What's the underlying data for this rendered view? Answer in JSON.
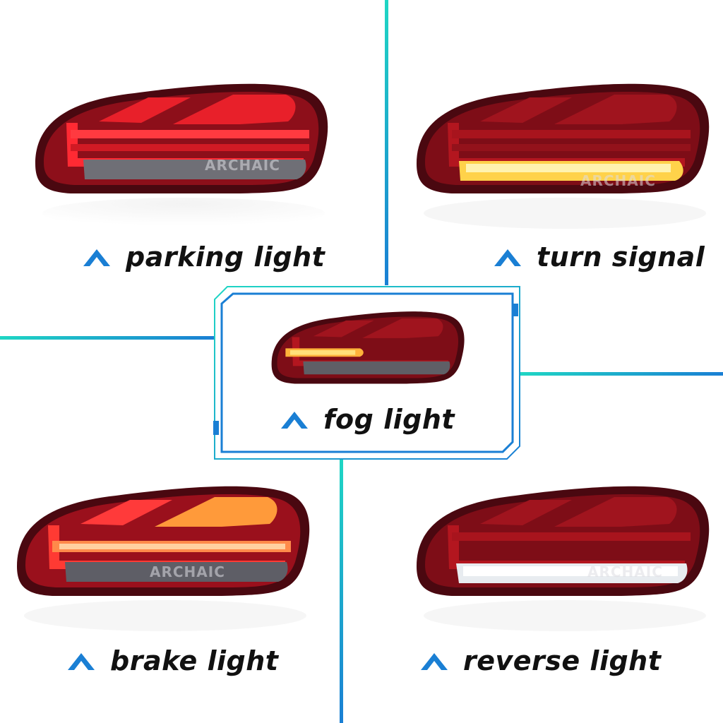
{
  "colors": {
    "accent_blue": "#1a7fd4",
    "accent_cyan": "#1fd6c4",
    "housing_red": "#5a0a12",
    "lens_red": "#c0121e",
    "amber": "#ffd24a",
    "white_lens": "#e8ecf0"
  },
  "watermark": "ARCHAIC",
  "panels": [
    {
      "id": "parking",
      "label": "parking light",
      "icon": "chevron-up-icon",
      "active_function": "parking"
    },
    {
      "id": "turn",
      "label": "turn signal",
      "icon": "chevron-up-icon",
      "active_function": "turn"
    },
    {
      "id": "fog",
      "label": "fog light",
      "icon": "chevron-up-icon",
      "active_function": "fog"
    },
    {
      "id": "brake",
      "label": "brake light",
      "icon": "chevron-up-icon",
      "active_function": "brake"
    },
    {
      "id": "reverse",
      "label": "reverse light",
      "icon": "chevron-up-icon",
      "active_function": "reverse"
    }
  ]
}
